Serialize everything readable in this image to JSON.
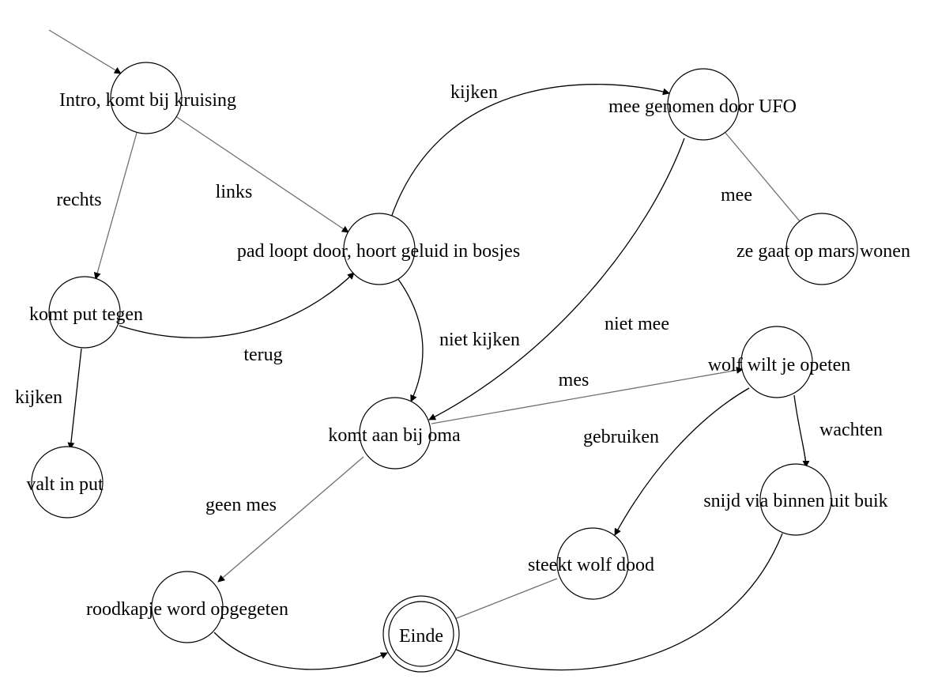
{
  "diagram": {
    "type": "state-machine",
    "colors": {
      "stroke": "#000000",
      "edge_dark": "#000000",
      "edge_gray": "#707070",
      "background": "#ffffff"
    },
    "nodes": [
      {
        "id": "intro",
        "label": "Intro, komt bij kruising"
      },
      {
        "id": "pad",
        "label": "pad loopt door, hoort geluid in bosjes"
      },
      {
        "id": "ufo",
        "label": "mee genomen door UFO"
      },
      {
        "id": "mars",
        "label": "ze gaat op mars wonen"
      },
      {
        "id": "put",
        "label": "komt put tegen"
      },
      {
        "id": "valt",
        "label": "valt in put"
      },
      {
        "id": "oma",
        "label": "komt aan bij oma"
      },
      {
        "id": "wolf",
        "label": "wolf wilt je opeten"
      },
      {
        "id": "snijd",
        "label": "snijd via binnen uit buik"
      },
      {
        "id": "steekt",
        "label": "steekt wolf dood"
      },
      {
        "id": "opgegeten",
        "label": "roodkapje word opgegeten"
      },
      {
        "id": "einde",
        "label": "Einde",
        "final": true
      }
    ],
    "edges": [
      {
        "id": "start",
        "from": null,
        "to": "intro",
        "label": ""
      },
      {
        "id": "intro-pad",
        "from": "intro",
        "to": "pad",
        "label": "links"
      },
      {
        "id": "intro-put",
        "from": "intro",
        "to": "put",
        "label": "rechts"
      },
      {
        "id": "put-pad",
        "from": "put",
        "to": "pad",
        "label": "terug"
      },
      {
        "id": "put-valt",
        "from": "put",
        "to": "valt",
        "label": "kijken"
      },
      {
        "id": "pad-ufo",
        "from": "pad",
        "to": "ufo",
        "label": "kijken"
      },
      {
        "id": "pad-oma",
        "from": "pad",
        "to": "oma",
        "label": "niet kijken"
      },
      {
        "id": "ufo-mars",
        "from": "ufo",
        "to": "mars",
        "label": "mee"
      },
      {
        "id": "ufo-oma",
        "from": "ufo",
        "to": "oma",
        "label": "niet mee"
      },
      {
        "id": "oma-wolf",
        "from": "oma",
        "to": "wolf",
        "label": "mes"
      },
      {
        "id": "oma-opgegeten",
        "from": "oma",
        "to": "opgegeten",
        "label": "geen mes"
      },
      {
        "id": "wolf-steekt",
        "from": "wolf",
        "to": "steekt",
        "label": "gebruiken"
      },
      {
        "id": "wolf-snijd",
        "from": "wolf",
        "to": "snijd",
        "label": "wachten"
      },
      {
        "id": "steekt-einde",
        "from": "steekt",
        "to": "einde",
        "label": ""
      },
      {
        "id": "snijd-einde",
        "from": "snijd",
        "to": "einde",
        "label": ""
      },
      {
        "id": "opgegeten-einde",
        "from": "opgegeten",
        "to": "einde",
        "label": ""
      }
    ]
  }
}
